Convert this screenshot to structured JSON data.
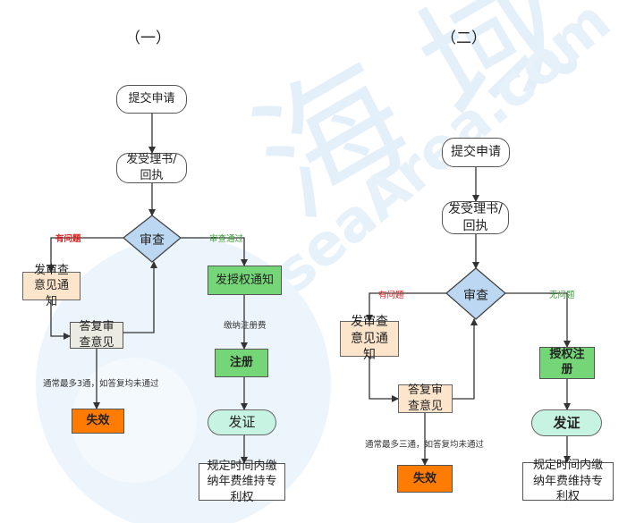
{
  "watermark": {
    "text_large": "海 域",
    "text_small": "seaArea.com"
  },
  "left": {
    "title": "（一）",
    "submit": "提交申请",
    "receipt": "发受理书/回执",
    "review": "审查",
    "issue_label": "有问题",
    "pass_label": "审查通过",
    "notice": "发审查意见通知",
    "reply": "答复审查意见",
    "limit_note": "通常最多3通，如答复均未通过",
    "invalid": "失效",
    "grant_notice": "发授权通知",
    "fee_note": "缴纳注册费",
    "register": "注册",
    "certificate": "发证",
    "annual_fee": "规定时间内缴纳年费维持专利权"
  },
  "right": {
    "title": "（二）",
    "submit": "提交申请",
    "receipt": "发受理书/回执",
    "review": "审查",
    "issue_label": "有问题",
    "pass_label": "无问题",
    "notice": "发审查意见通知",
    "reply": "答复审查意见",
    "limit_note": "通常最多三通，如答复均未通过",
    "invalid": "失效",
    "grant_register": "授权注册",
    "certificate": "发证",
    "annual_fee": "规定时间内缴纳年费维持专利权"
  }
}
